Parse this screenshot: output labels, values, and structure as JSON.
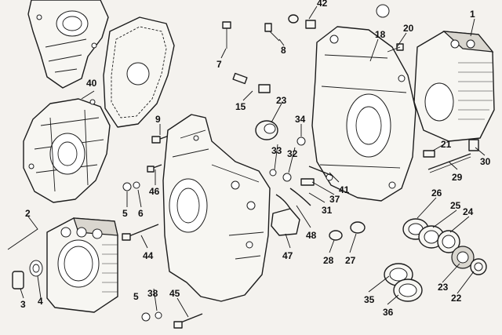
{
  "callouts": [
    {
      "id": "c1",
      "label": "1"
    },
    {
      "id": "c2",
      "label": "2"
    },
    {
      "id": "c3",
      "label": "3"
    },
    {
      "id": "c4",
      "label": "4"
    },
    {
      "id": "c5a",
      "label": "5"
    },
    {
      "id": "c5b",
      "label": "5"
    },
    {
      "id": "c6",
      "label": "6"
    },
    {
      "id": "c7",
      "label": "7"
    },
    {
      "id": "c8",
      "label": "8"
    },
    {
      "id": "c9",
      "label": "9"
    },
    {
      "id": "c15",
      "label": "15"
    },
    {
      "id": "c18",
      "label": "18"
    },
    {
      "id": "c20",
      "label": "20"
    },
    {
      "id": "c21",
      "label": "21"
    },
    {
      "id": "c22",
      "label": "22"
    },
    {
      "id": "c23a",
      "label": "23"
    },
    {
      "id": "c23b",
      "label": "23"
    },
    {
      "id": "c24",
      "label": "24"
    },
    {
      "id": "c25",
      "label": "25"
    },
    {
      "id": "c26",
      "label": "26"
    },
    {
      "id": "c27",
      "label": "27"
    },
    {
      "id": "c28",
      "label": "28"
    },
    {
      "id": "c29",
      "label": "29"
    },
    {
      "id": "c30",
      "label": "30"
    },
    {
      "id": "c31",
      "label": "31"
    },
    {
      "id": "c32",
      "label": "32"
    },
    {
      "id": "c33",
      "label": "33"
    },
    {
      "id": "c34",
      "label": "34"
    },
    {
      "id": "c35",
      "label": "35"
    },
    {
      "id": "c36",
      "label": "36"
    },
    {
      "id": "c37",
      "label": "37"
    },
    {
      "id": "c38",
      "label": "38"
    },
    {
      "id": "c40",
      "label": "40"
    },
    {
      "id": "c41",
      "label": "41"
    },
    {
      "id": "c42",
      "label": "42"
    },
    {
      "id": "c44",
      "label": "44"
    },
    {
      "id": "c45",
      "label": "45"
    },
    {
      "id": "c46",
      "label": "46"
    },
    {
      "id": "c47",
      "label": "47"
    },
    {
      "id": "c48",
      "label": "48"
    }
  ]
}
